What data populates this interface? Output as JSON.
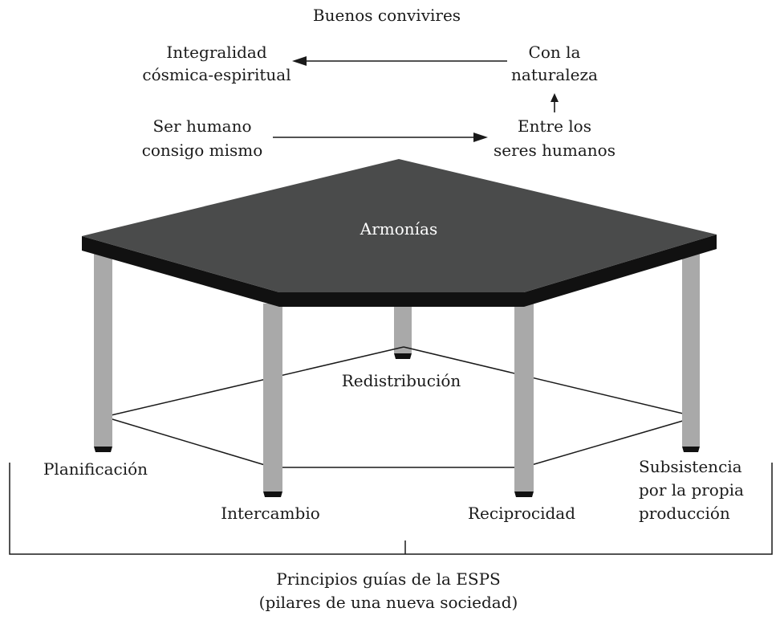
{
  "header": {
    "title": "Buenos convivires"
  },
  "harmonies": {
    "integralidad": [
      "Integralidad",
      "cósmica-espiritual"
    ],
    "naturaleza": [
      "Con la",
      "naturaleza"
    ],
    "ser_humano": [
      "Ser humano",
      "consigo mismo"
    ],
    "entre_seres": [
      "Entre los",
      "seres humanos"
    ]
  },
  "tabletop": {
    "label": "Armonías"
  },
  "principles": {
    "redistribucion": "Redistribución",
    "planificacion": "Planificación",
    "intercambio": "Intercambio",
    "reciprocidad": "Reciprocidad",
    "subsistencia": [
      "Subsistencia",
      "por la propia",
      "producción"
    ]
  },
  "footer": {
    "caption": [
      "Principios guías de la ESPS",
      "(pilares de una nueva sociedad)"
    ]
  },
  "colors": {
    "tabletop": "#4a4b4b",
    "table_edge": "#111111",
    "leg": "#a9a9a9",
    "line": "#1a1a1a"
  }
}
